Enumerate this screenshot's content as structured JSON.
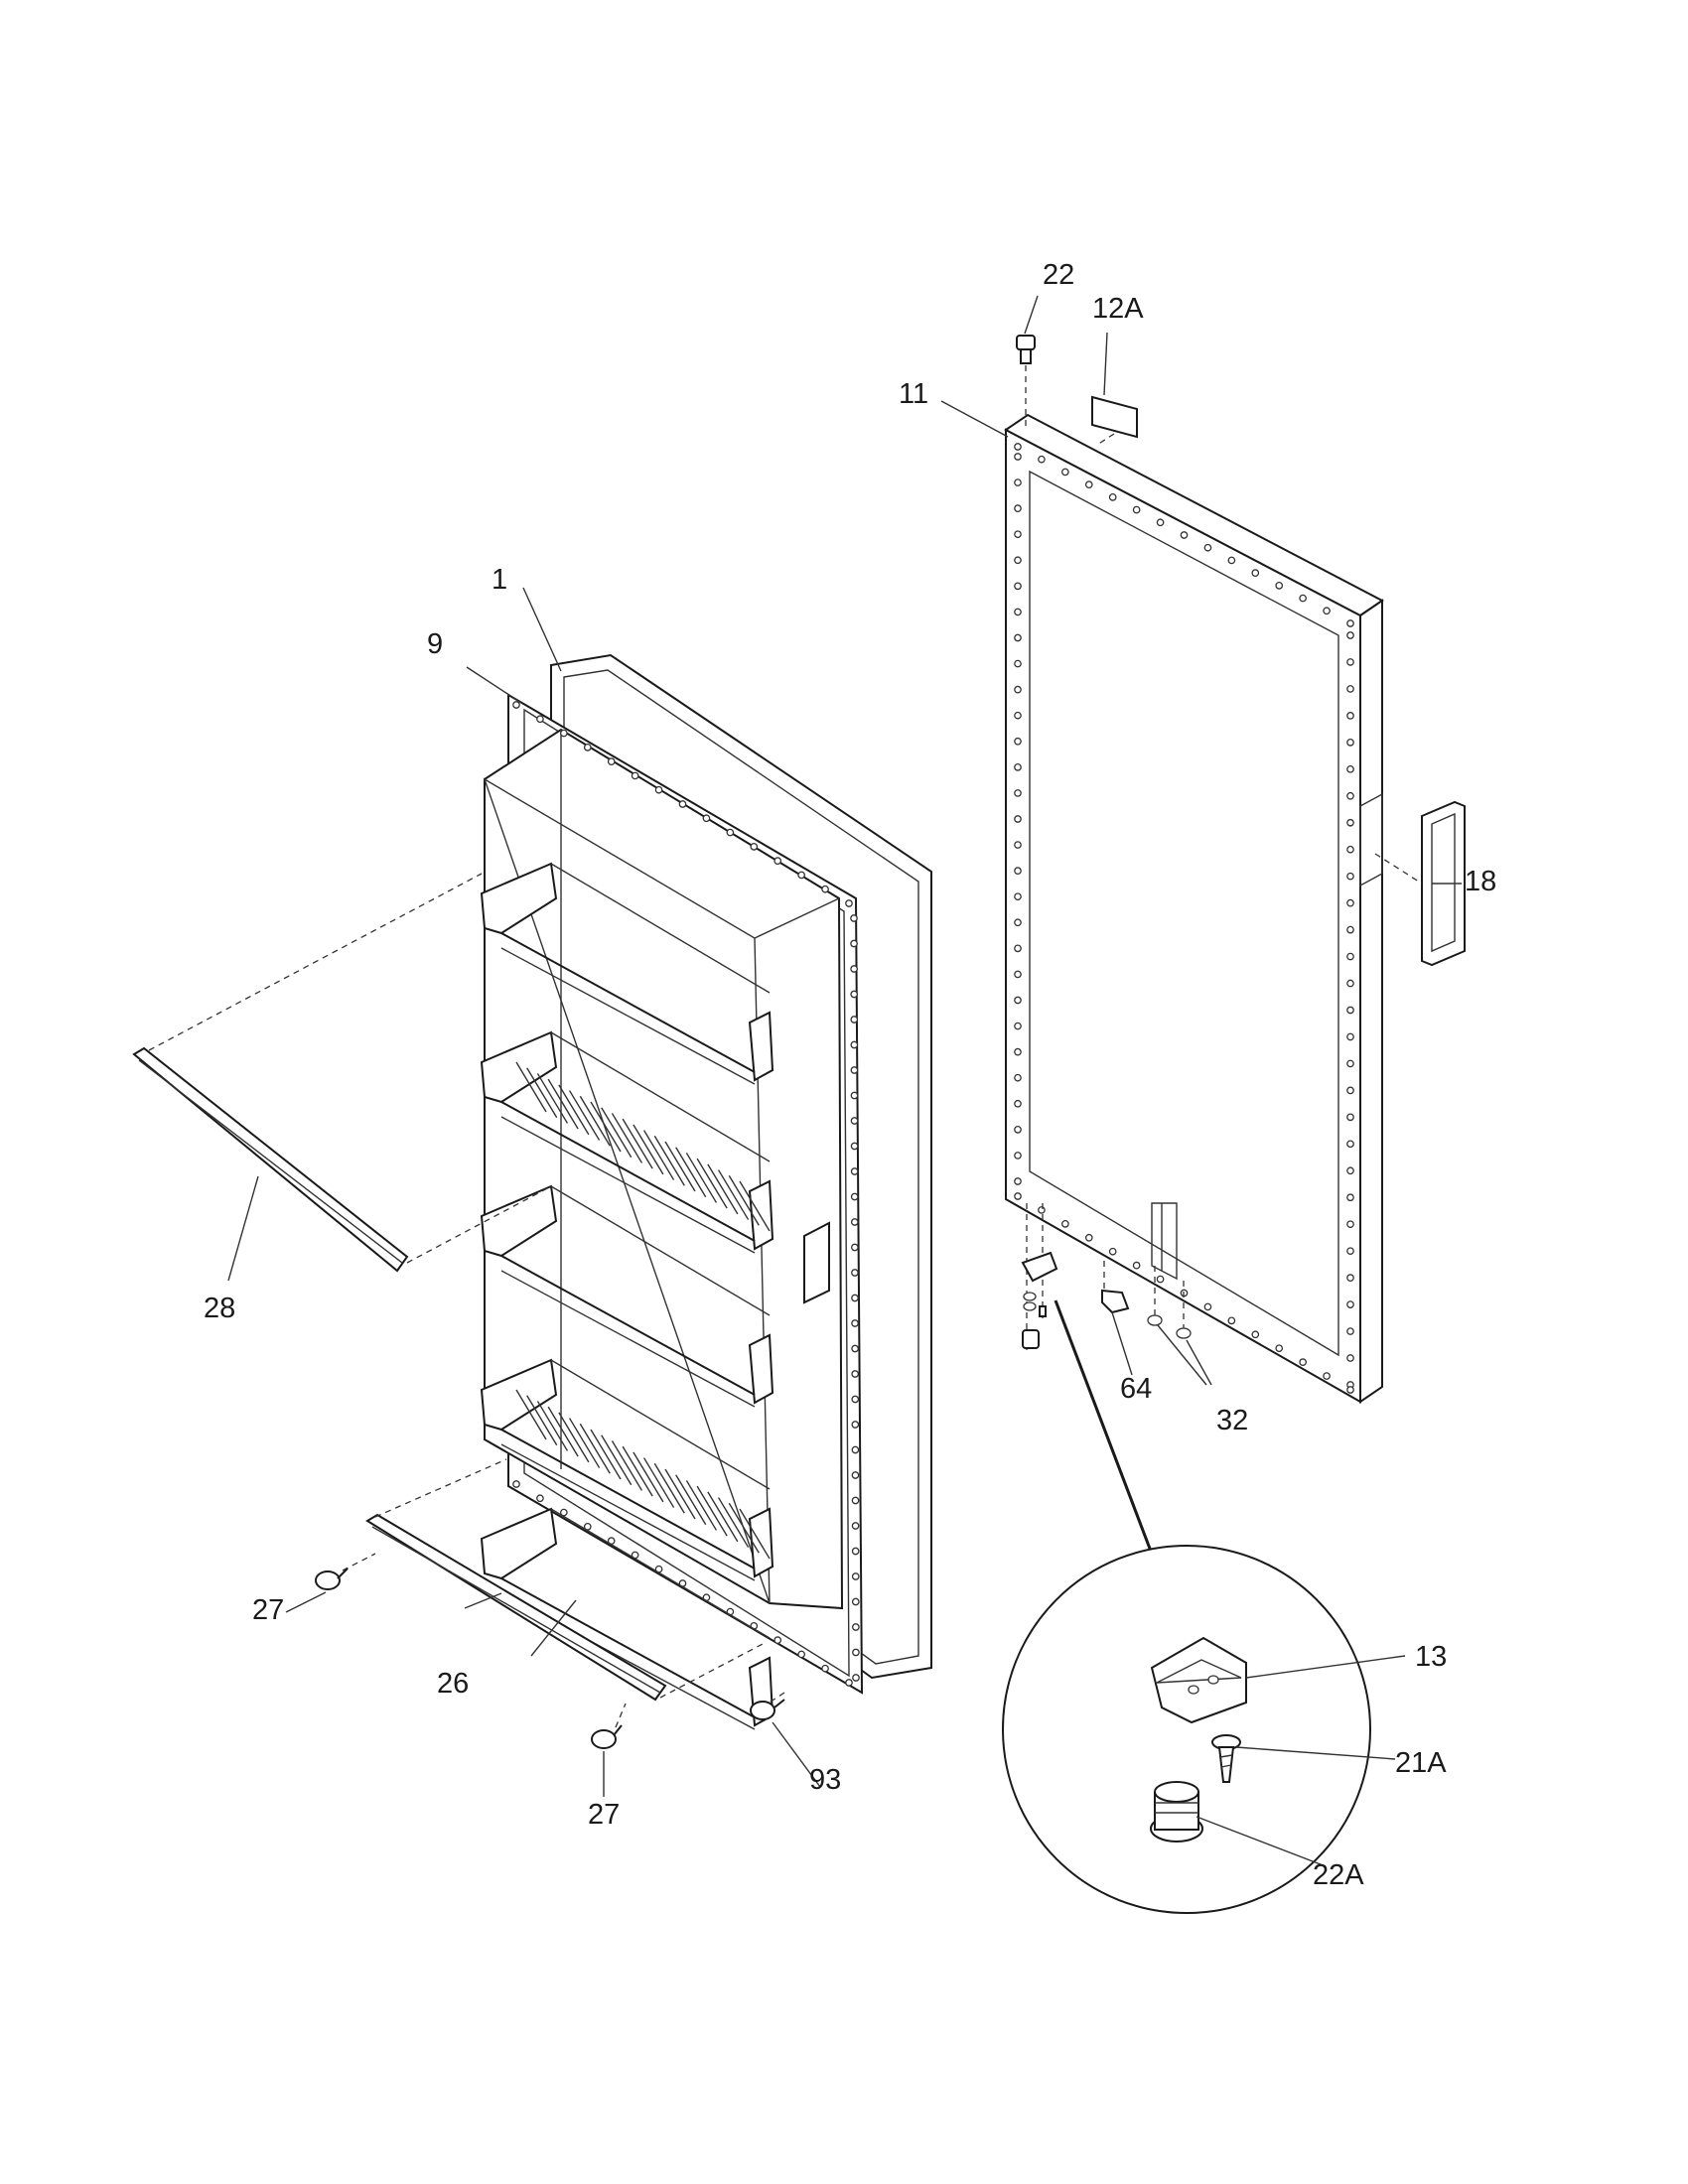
{
  "diagram": {
    "labels": {
      "p1": "1",
      "p9": "9",
      "p11": "11",
      "p12A": "12A",
      "p13": "13",
      "p18": "18",
      "p21A": "21A",
      "p22": "22",
      "p22A": "22A",
      "p26": "26",
      "p27a": "27",
      "p27b": "27",
      "p28": "28",
      "p32": "32",
      "p64": "64",
      "p93": "93"
    }
  }
}
